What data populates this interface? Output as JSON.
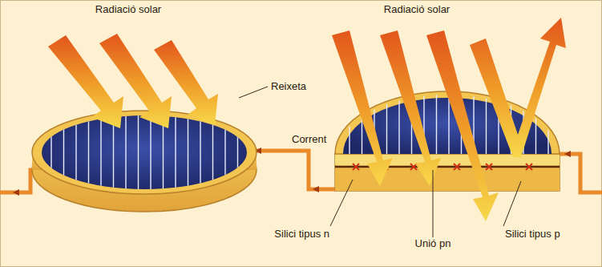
{
  "diagram": {
    "labels": [
      "Radiació solar",
      "Reixeta",
      "Corrent",
      "Radiació solar",
      "Silici tipus n",
      "Unió pn",
      "Silici tipus p"
    ]
  }
}
